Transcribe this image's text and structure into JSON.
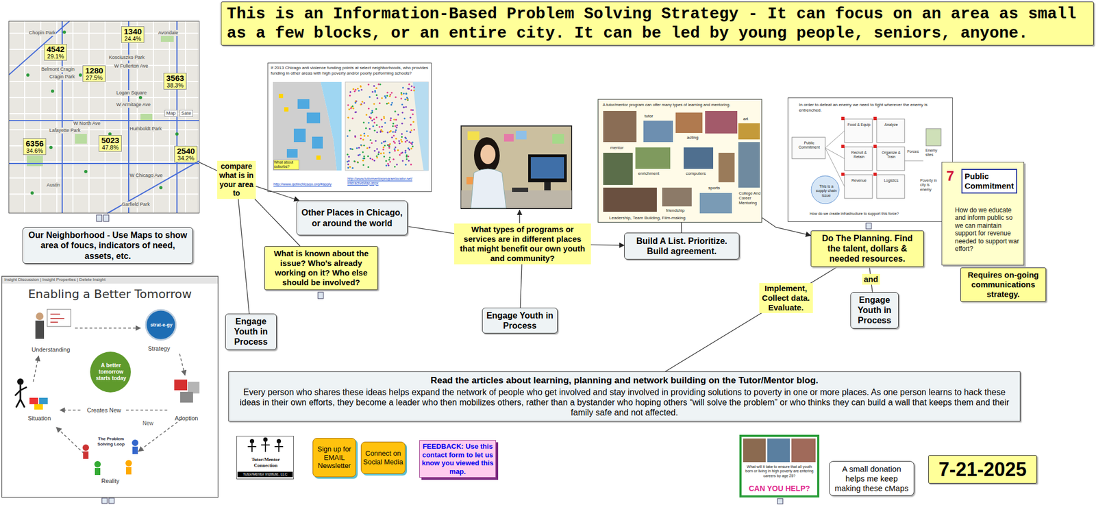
{
  "diagram": {
    "title": "This is an Information-Based Problem Solving Strategy - It can focus on an area as small as a few blocks, or an entire city. It can be led by young people, seniors, anyone.",
    "nodes": [
      {
        "text": [
          "Chopin Park",
          "Avondale",
          "Belmont Cragin",
          "Cragin Park",
          "Kosciuszko Park",
          "W Fullerton Ave",
          "Logan Square",
          "W Armitage Ave",
          "Map",
          "Sate",
          "W North Ave",
          "Humboldt Park",
          "Lafayette Park",
          "W Chicago Ave",
          "Austin",
          "Garfield Park"
        ]
      },
      {
        "text": [
          "1340",
          "24.4%"
        ],
        "in": 0
      },
      {
        "text": [
          "4542",
          "29.1%"
        ],
        "in": 0
      },
      {
        "text": [
          "1280",
          "27.5%"
        ],
        "in": 0
      },
      {
        "text": [
          "3563",
          "38.3%"
        ],
        "in": 0
      },
      {
        "text": [
          "6356",
          "34.6%"
        ],
        "in": 0
      },
      {
        "text": [
          "5023",
          "47.8%"
        ],
        "in": 0
      },
      {
        "text": [
          "2540",
          "34.2%"
        ],
        "in": 0
      },
      {
        "text": [
          "Our Neighborhood - Use Maps to show area of foucs, indicators of need, assets, etc."
        ]
      },
      {
        "text": [
          "Insight Discussion | Insight Properties | Delete Insight",
          "Enabling a Better Tomorrow",
          "strat-e-gy",
          "Understanding",
          "Strategy",
          "A better tomorrow starts today",
          "Situation",
          "Creates New",
          "New",
          "Adoption",
          "The Problem Solving Loop",
          "Reality"
        ]
      },
      {
        "text": [
          "If 2013 Chicago anti violence funding points at select neighborhoods, who provides funding in other areas with high poverty and/or poorly performing schools?",
          "What about suburbs?",
          "http://www.getinchicago.org/#apply",
          "http://www.tutormentorprogramlocator.net/ interactiveMap.aspx"
        ]
      },
      {
        "text": [
          "compare what is in your area to"
        ]
      },
      {
        "text": [
          "Other Places in Chicago, or around the world"
        ]
      },
      {
        "text": [
          "What is known about the issue? Who's already working on it? Who else should be involved?"
        ]
      },
      {
        "text": [
          "Engage Youth in Process"
        ]
      },
      {
        "text": [
          "What types of programs or services are in different places that might benefit our own youth and community?"
        ]
      },
      {
        "text": [
          "Engage Youth in Process"
        ]
      },
      {
        "text": [
          "A tutor/mentor program can offer many types of learning and mentoring.",
          "tutor",
          "art",
          "mentor",
          "acting",
          "enrichment",
          "computers",
          "sports",
          "College And Career Mentoring",
          "friendship",
          "Leadership, Team Building, Film-making"
        ]
      },
      {
        "text": [
          "Build A List. Prioritize. Build agreement."
        ]
      },
      {
        "text": [
          "In order to defeat an enemy we need to fight wherever the enemy is entrenched.",
          "Public Commitment",
          "Food & Equip",
          "Analyze",
          "Recruit & Retain",
          "Organize & Train",
          "Revenue",
          "Logistics",
          "Forces",
          "Enemy sites",
          "This is a supply chain issue",
          "Poverty in city is enemy",
          "How do we create infrastructure to support this force?"
        ]
      },
      {
        "text": [
          "7",
          "Public Commitment",
          "How do we educate and inform public so we can maintain support for revenue needed to support war effort?"
        ]
      },
      {
        "text": [
          "Do The Planning. Find the talent, dollars & needed resources."
        ]
      },
      {
        "text": [
          "Requires on-going communications strategy."
        ]
      },
      {
        "text": [
          "Engage Youth in Process"
        ]
      },
      {
        "text": [
          "Read the articles about learning, planning and network building on the Tutor/Mentor blog.",
          "Every person who shares these ideas helps expand the network of people who get involved and stay involved in providing solutions to poverty in one or more places. As one person learns to hack these ideas in their own efforts, they become a leader who then mobilizes others, rather than a bystander who hoping others “will solve the problem” or who thinks they can build a wall that keeps them and their family safe and not affected."
        ]
      },
      {
        "text": [
          "Tutor/Mentor Connection",
          "Tutor/Mentor Institute, LLC"
        ]
      },
      {
        "text": [
          "Sign up for EMAIL Newsletter"
        ]
      },
      {
        "text": [
          "Connect on Social Media"
        ]
      },
      {
        "text": [
          "FEEDBACK: Use this contact form to let us know you viewed this map."
        ]
      },
      {
        "text": [
          "What will it take to ensure that all youth born or living in high poverty are entering careers by age 25?",
          "CAN YOU HELP?"
        ]
      },
      {
        "text": [
          "A small donation helps me keep making these cMaps"
        ]
      },
      {
        "text": [
          "7-21-2025"
        ]
      }
    ],
    "edges": [
      {
        "from": 0,
        "to": 11,
        "arrow": "none"
      },
      {
        "from": 11,
        "to": 12,
        "arrow": "to"
      },
      {
        "from": 11,
        "to": 13,
        "arrow": "none"
      },
      {
        "from": 11,
        "to": 14,
        "arrow": "none"
      },
      {
        "from": 12,
        "to": 15,
        "arrow": "none"
      },
      {
        "from": 16,
        "to": 15,
        "arrow": "none"
      },
      {
        "from": 15,
        "to": 18,
        "arrow": "to"
      },
      {
        "from": 18,
        "to": 17,
        "arrow": "none"
      },
      {
        "from": 17,
        "to": 21,
        "arrow": "to"
      },
      {
        "from": 21,
        "to": 23,
        "label": "and",
        "arrow": "none"
      },
      {
        "from": 21,
        "to": 24,
        "label": "Implement, Collect data. Evaluate.",
        "arrow": "none"
      }
    ]
  }
}
